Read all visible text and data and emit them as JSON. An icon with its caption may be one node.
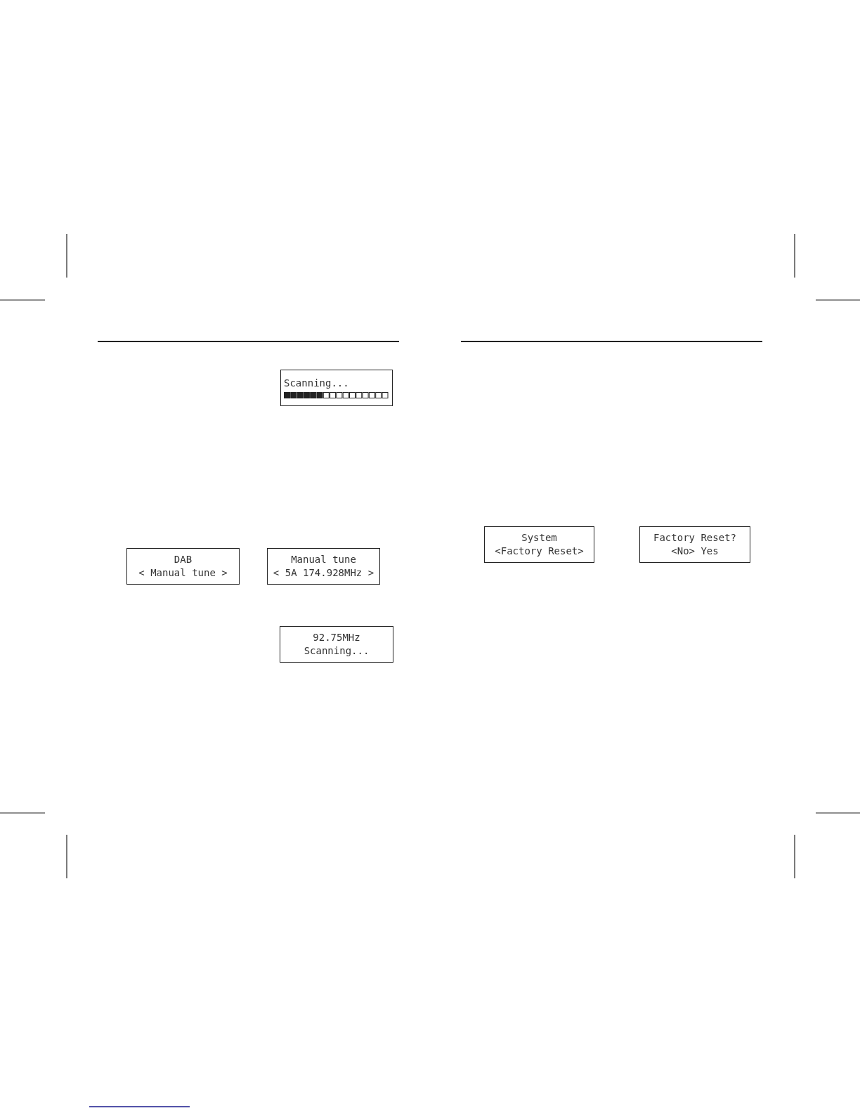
{
  "diagram": {
    "nodes": [
      {
        "text": [
          "Scanning..."
        ]
      },
      {
        "text": [
          "DAB",
          "< Manual tune >"
        ]
      },
      {
        "text": [
          "Manual tune",
          "< 5A 174.928MHz >"
        ]
      },
      {
        "text": [
          "92.75MHz",
          "Scanning..."
        ]
      },
      {
        "text": [
          "System",
          "<Factory Reset>"
        ]
      },
      {
        "text": [
          "Factory Reset?",
          "<No> Yes"
        ]
      }
    ]
  }
}
